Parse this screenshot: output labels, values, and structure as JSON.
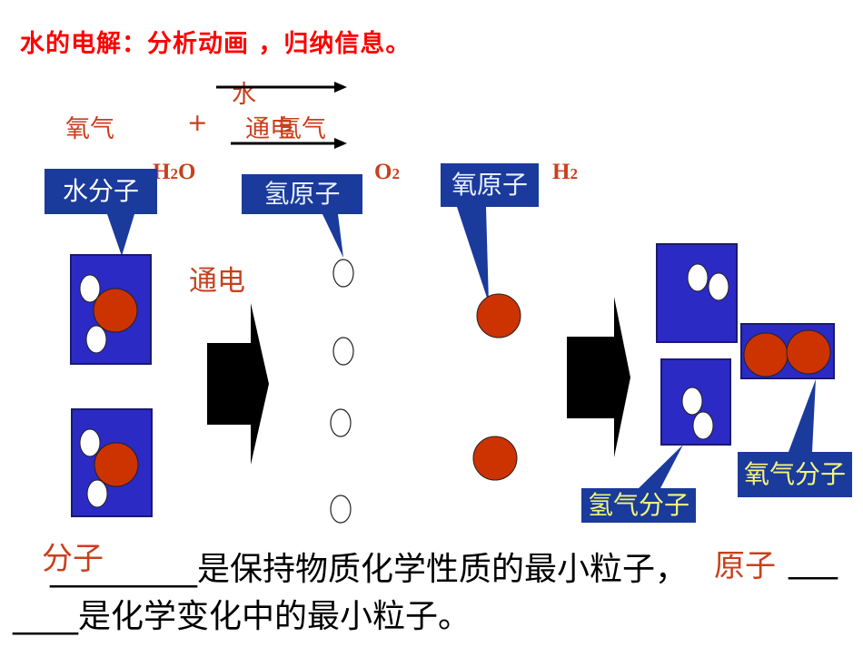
{
  "title": "水的电解：分析动画 ，归纳信息。",
  "equation": {
    "reactant": "水",
    "condition": "通电",
    "product1": "氧气",
    "plus": "+",
    "product2": "氢气"
  },
  "formulas": {
    "water": {
      "main": "H",
      "sub": "2",
      "tail": "O"
    },
    "oxygen": {
      "main": "O",
      "sub": "2"
    },
    "hydrogen": {
      "main": "H",
      "sub": "2"
    }
  },
  "labels": {
    "water_molecule": "水分子",
    "hydrogen_atom": "氢原子",
    "oxygen_atom": "氧原子",
    "energize": "通电",
    "hydrogen_molecule": "氢气分子",
    "oxygen_molecule": "氧气分子"
  },
  "statement": {
    "blank1": "_________",
    "text1": "是保持物质化学性质的最小粒子，",
    "blank2a": "___",
    "blank2b": "____",
    "text2": "是化学变化中的最小粒子。",
    "answer1": "分子",
    "answer2": "原子"
  },
  "colors": {
    "callout_bg": "#1a3a9c",
    "molecule_box": "#2c2ac4",
    "oxygen_atom": "#cc3300",
    "hydrogen_atom": "#ffffff",
    "accent_red": "#ff0000",
    "text_red": "#c8401c"
  }
}
